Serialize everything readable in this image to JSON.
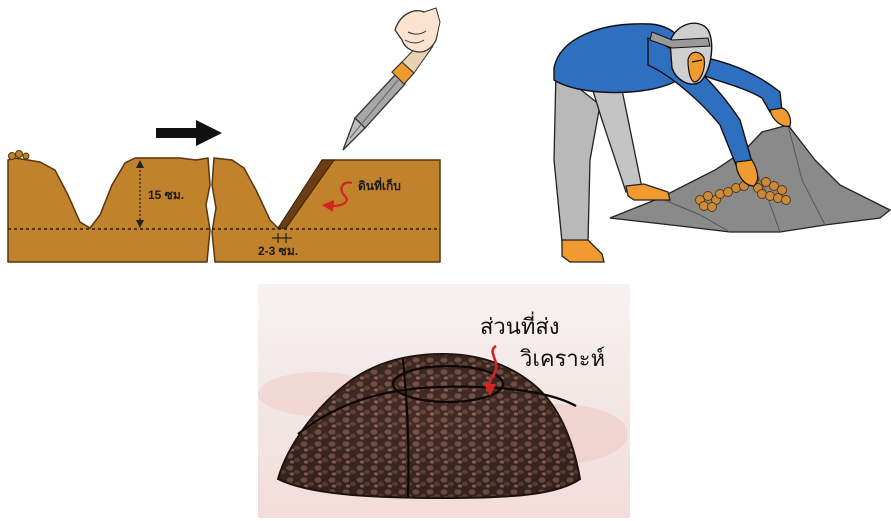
{
  "soil_diagram": {
    "depth_label": "15 ซม.",
    "slice_width_label": "2-3 ซม.",
    "collected_soil_label": "ดินที่เก็บ"
  },
  "pile_photo": {
    "annotation_line1": "ส่วนที่ส่ง",
    "annotation_line2": "วิเคราะห์"
  },
  "colors": {
    "soil": "#c0822a",
    "soil_dark": "#6b3d12",
    "shirt": "#2f6fc0",
    "trousers": "#b9b9b9",
    "shoes": "#f19a30",
    "tarp": "#8a8a8a",
    "annotation_arrow": "#d42323"
  },
  "icons": [
    "right-arrow-icon",
    "shovel-icon",
    "curved-arrow-icon"
  ]
}
